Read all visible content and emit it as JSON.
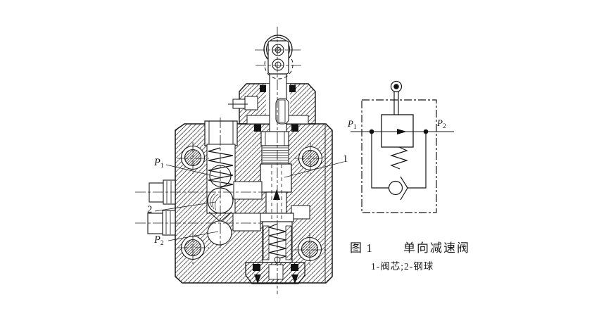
{
  "colors": {
    "line": "#1c1c1c",
    "background": "#ffffff"
  },
  "section_view": {
    "labels": {
      "p1": {
        "base": "P",
        "sub": "1"
      },
      "p2": {
        "base": "P",
        "sub": "2"
      },
      "part_1": "1",
      "part_2": "2"
    }
  },
  "schematic": {
    "labels": {
      "p1": {
        "base": "P",
        "sub": "1"
      },
      "p2": {
        "base": "P",
        "sub": "2"
      }
    }
  },
  "caption": {
    "figure_number": "图 1",
    "title": "单向减速阀",
    "legend": "1-阀芯;2-钢球"
  }
}
